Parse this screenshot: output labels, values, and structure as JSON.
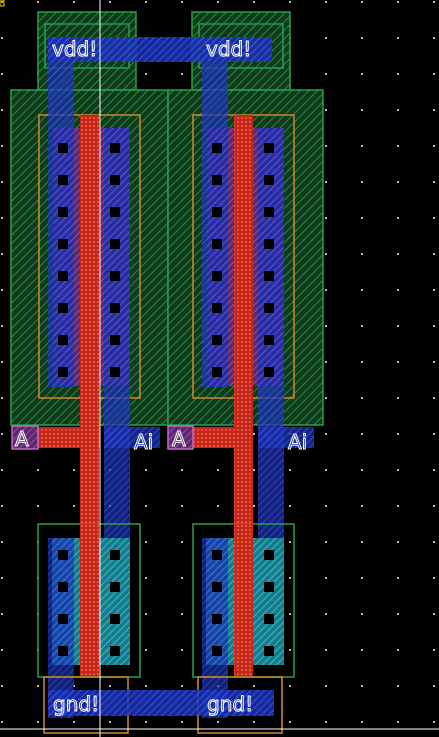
{
  "labels": {
    "vdd_left": "vdd!",
    "vdd_right": "vdd!",
    "gnd_left": "gnd!",
    "gnd_right": "gnd!",
    "in_left": "A",
    "out_left": "Ai",
    "in_right": "A",
    "out_right": "Ai"
  },
  "colors": {
    "background": "#000000",
    "nwell": "#1e7a3a",
    "pdiff_outline": "#d08a2a",
    "poly": "#e03a2a",
    "metal1": "#2a4ad8",
    "contact": "#000000",
    "pin": "#7a2a8a",
    "diff": "#2aa0a0",
    "grid_dot": "#ffffff"
  }
}
